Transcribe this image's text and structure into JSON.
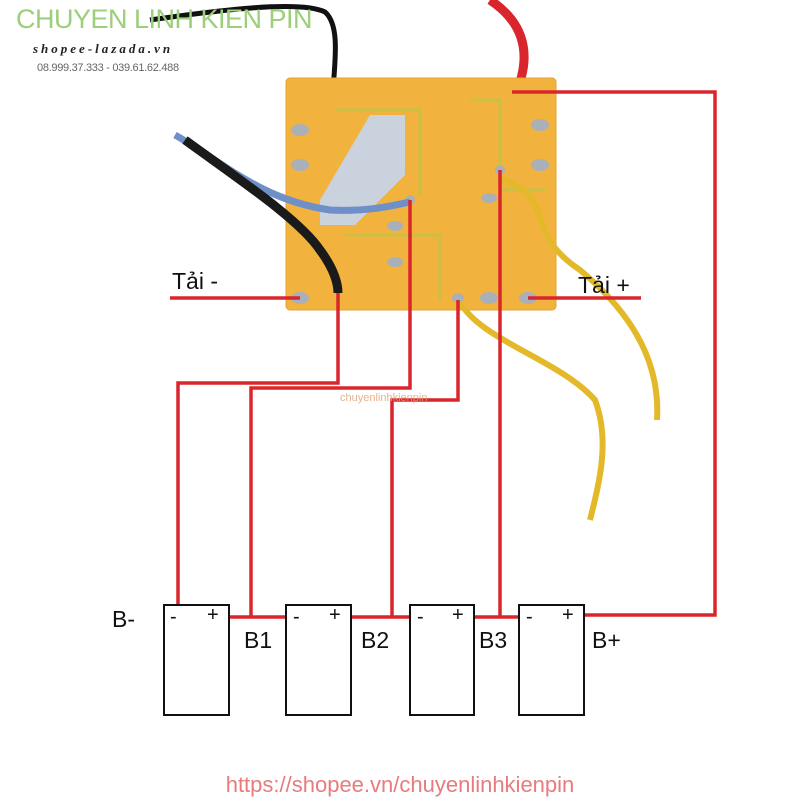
{
  "header": {
    "brand": "CHUYEN LINH KIEN PIN",
    "site": "shopee-lazada.vn",
    "phones": "08.999.37.333 - 039.61.62.488"
  },
  "labels": {
    "load_minus": "Tải -",
    "load_plus": "Tải +",
    "b_minus": "B-",
    "b1": "B1",
    "b2": "B2",
    "b3": "B3",
    "b_plus": "B+"
  },
  "battery_terminals": {
    "minus": "-",
    "plus": "+"
  },
  "watermark": "chuyenlinhkienpin",
  "footer_url": "https://shopee.vn/chuyenlinhkienpin",
  "colors": {
    "wire_red": "#d8262c",
    "board": "#f2b23e",
    "trace": "#c9c044",
    "yellow_wire": "#e3b92a"
  }
}
